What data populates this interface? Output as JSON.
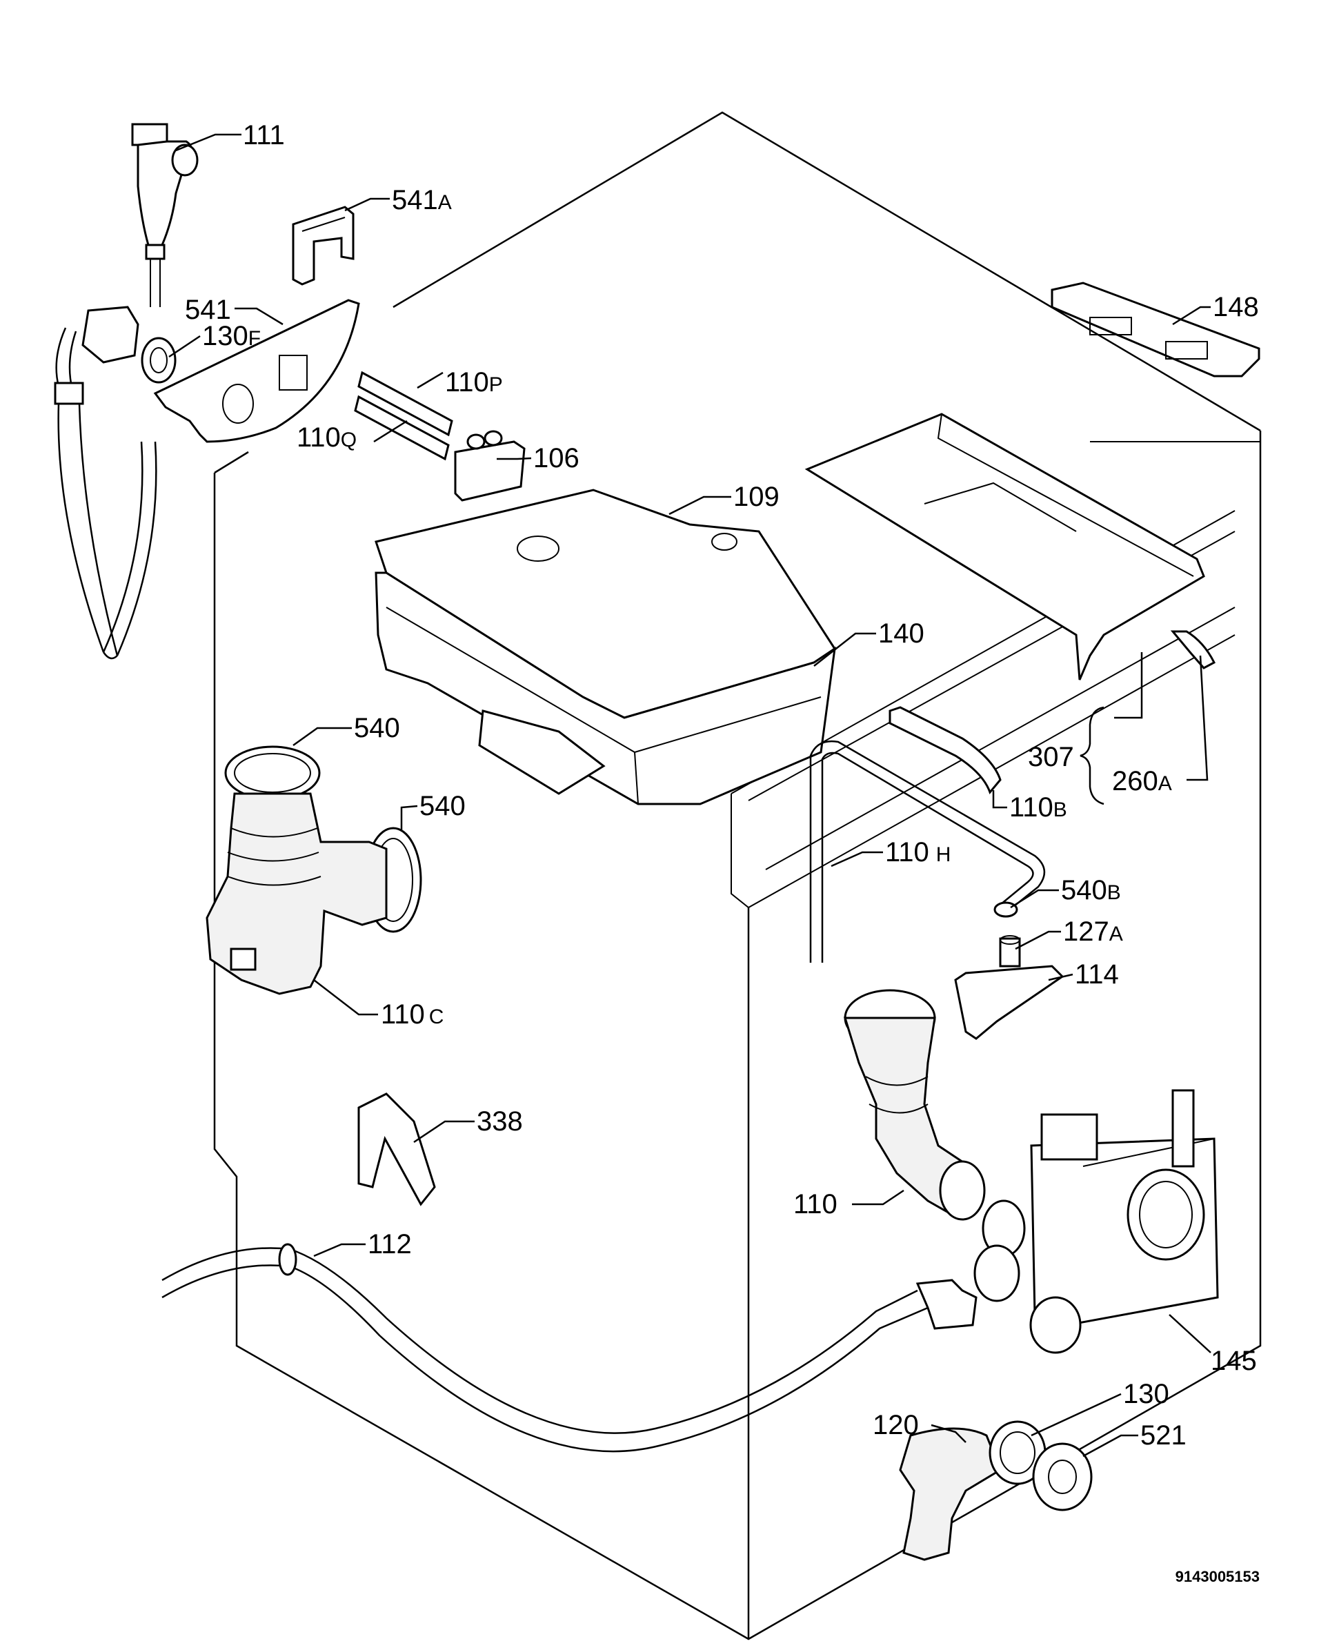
{
  "callouts": [
    {
      "id": "111",
      "main": "111",
      "suffix": ""
    },
    {
      "id": "541A",
      "main": "541",
      "suffix": "A"
    },
    {
      "id": "541",
      "main": "541",
      "suffix": ""
    },
    {
      "id": "130F",
      "main": "130",
      "suffix": "F"
    },
    {
      "id": "110P",
      "main": "110",
      "suffix": "P"
    },
    {
      "id": "110Q",
      "main": "110",
      "suffix": "Q"
    },
    {
      "id": "106",
      "main": "106",
      "suffix": ""
    },
    {
      "id": "109",
      "main": "109",
      "suffix": ""
    },
    {
      "id": "148",
      "main": "148",
      "suffix": ""
    },
    {
      "id": "140",
      "main": "140",
      "suffix": ""
    },
    {
      "id": "540-top",
      "main": "540",
      "suffix": ""
    },
    {
      "id": "540-clamp",
      "main": "540",
      "suffix": ""
    },
    {
      "id": "110C",
      "main": "110",
      "suffix": "C"
    },
    {
      "id": "307",
      "main": "307",
      "suffix": ""
    },
    {
      "id": "260A",
      "main": "260",
      "suffix": "A"
    },
    {
      "id": "110B",
      "main": "110",
      "suffix": "B"
    },
    {
      "id": "110H",
      "main": "110",
      "suffix": "H"
    },
    {
      "id": "540B",
      "main": "540",
      "suffix": "B"
    },
    {
      "id": "127A",
      "main": "127",
      "suffix": "A"
    },
    {
      "id": "114",
      "main": "114",
      "suffix": ""
    },
    {
      "id": "338",
      "main": "338",
      "suffix": ""
    },
    {
      "id": "110",
      "main": "110",
      "suffix": ""
    },
    {
      "id": "112",
      "main": "112",
      "suffix": ""
    },
    {
      "id": "145",
      "main": "145",
      "suffix": ""
    },
    {
      "id": "130",
      "main": "130",
      "suffix": ""
    },
    {
      "id": "120",
      "main": "120",
      "suffix": ""
    },
    {
      "id": "521",
      "main": "521",
      "suffix": ""
    }
  ],
  "drawing_code": "9143005153"
}
